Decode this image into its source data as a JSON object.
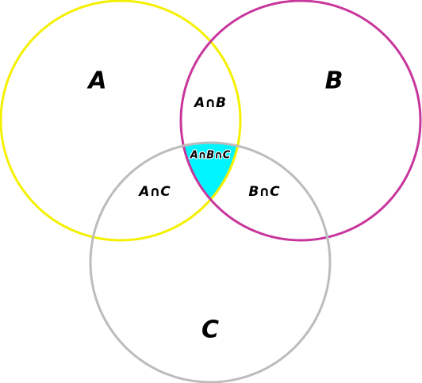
{
  "diagram": {
    "type": "venn",
    "sets": [
      {
        "label": "A",
        "color": "#f5f000"
      },
      {
        "label": "B",
        "color": "#c8369c"
      },
      {
        "label": "C",
        "color": "#bcbcbc"
      }
    ],
    "regions": {
      "ab": "A∩B",
      "abc": "A∩B∩C",
      "ac": "A∩C",
      "bc": "B∩C"
    },
    "highlight_color": "#00f5ff"
  }
}
